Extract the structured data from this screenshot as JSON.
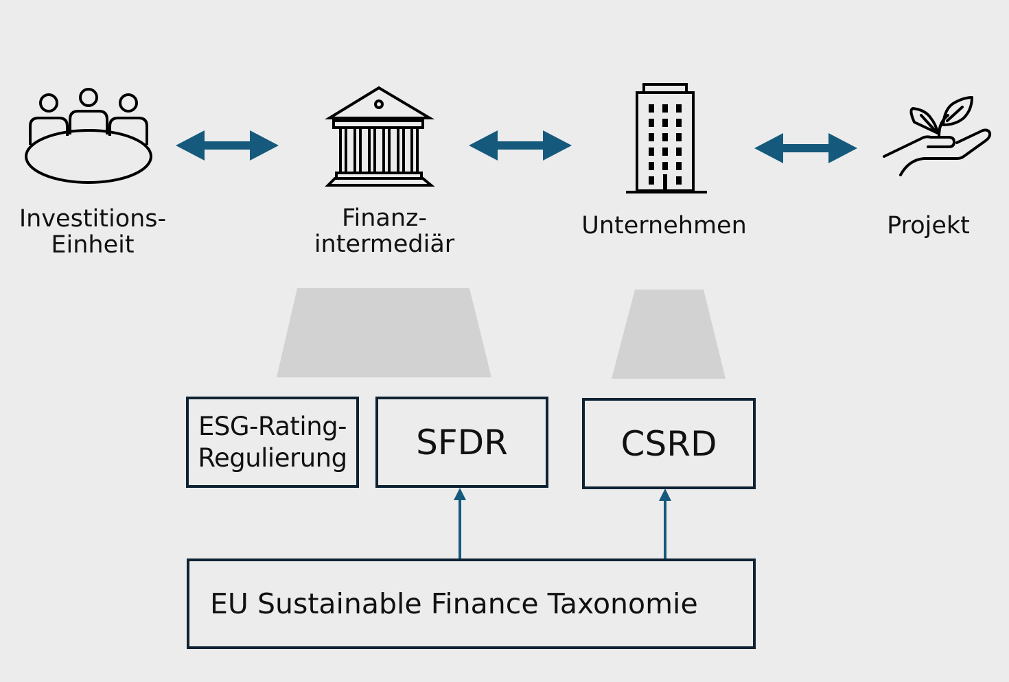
{
  "colors": {
    "background": "#ececec",
    "arrow": "#155a7c",
    "box_border": "#0e2233",
    "trapezoid": "#d2d2d2",
    "icon_stroke": "#000000"
  },
  "actors": [
    {
      "id": "investitionseinheit",
      "label": "Investitions-\nEinheit",
      "icon": "meeting-table-icon"
    },
    {
      "id": "finanzintermediaer",
      "label": "Finanz-\nintermediär",
      "icon": "bank-icon"
    },
    {
      "id": "unternehmen",
      "label": "Unternehmen",
      "icon": "office-building-icon"
    },
    {
      "id": "projekt",
      "label": "Projekt",
      "icon": "hand-with-plant-icon"
    }
  ],
  "regulations": {
    "esg_rating": "ESG-Rating-\nRegulierung",
    "sfdr": "SFDR",
    "csrd": "CSRD",
    "taxonomy": "EU Sustainable Finance Taxonomie"
  },
  "connections": [
    {
      "from": "investitionseinheit",
      "to": "finanzintermediaer",
      "type": "bidirectional"
    },
    {
      "from": "finanzintermediaer",
      "to": "unternehmen",
      "type": "bidirectional"
    },
    {
      "from": "unternehmen",
      "to": "projekt",
      "type": "bidirectional"
    },
    {
      "from": "taxonomy",
      "to": "sfdr",
      "type": "directed"
    },
    {
      "from": "taxonomy",
      "to": "csrd",
      "type": "directed"
    }
  ]
}
